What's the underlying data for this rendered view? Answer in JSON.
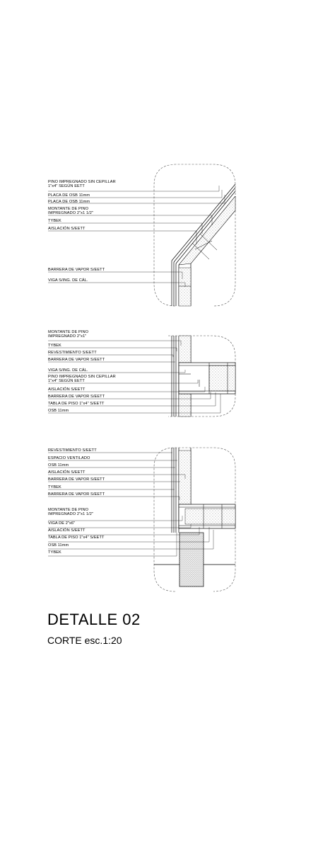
{
  "details": [
    {
      "name": "roof-eave",
      "labels": [
        "PINO IMPREGNADO SIN CEPILLAR\n1\"x4\" SEGÚN EETT",
        "PLACA DE OSB 11mm",
        "PLACA DE OSB 11mm",
        "MONTANTE DE PINO\nIMPREGNADO 2\"x1 1/2\"",
        "TYBEK",
        "AISLACIÓN S/EETT",
        "BARRERA DE VAPOR S/EETT",
        "VIGA S/ING. DE CÁL."
      ]
    },
    {
      "name": "intermediate-floor",
      "labels": [
        "MONTANTE DE PINO\nIMPREGNADO 2\"x1\"",
        "TYBEK",
        "REVESTIMIENTO S/EETT",
        "BARRERA DE VAPOR S/EETT",
        "VIGA S/ING. DE CÁL.",
        "PINO IMPREGNADO SIN CEPILLAR\n1\"x4\" SEGÚN EETT",
        "AISLACIÓN S/EETT",
        "BARRERA DE VAPOR S/EETT",
        "TABLA DE PISO 1\"x4\" S/EETT",
        "OSB 11mm"
      ]
    },
    {
      "name": "foundation",
      "labels": [
        "REVESTIMIENTO S/EETT",
        "ESPACIO VENTILADO",
        "OSB 11mm",
        "AISLACIÓN S/EETT",
        "BARRERA DE VAPOR S/EETT",
        "TYBEK",
        "BARRERA DE VAPOR S/EETT",
        "MONTANTE DE PINO\nIMPREGNADO 2\"x1 1/2\"",
        "VIGA DE 2\"x6\"",
        "AISLACIÓN S/EETT",
        "TABLA DE PISO 1\"x4\" S/EETT",
        "OSB 11mm",
        "TYBEK"
      ]
    }
  ],
  "title": "DETALLE 02",
  "subtitle": "CORTE esc.1:20"
}
